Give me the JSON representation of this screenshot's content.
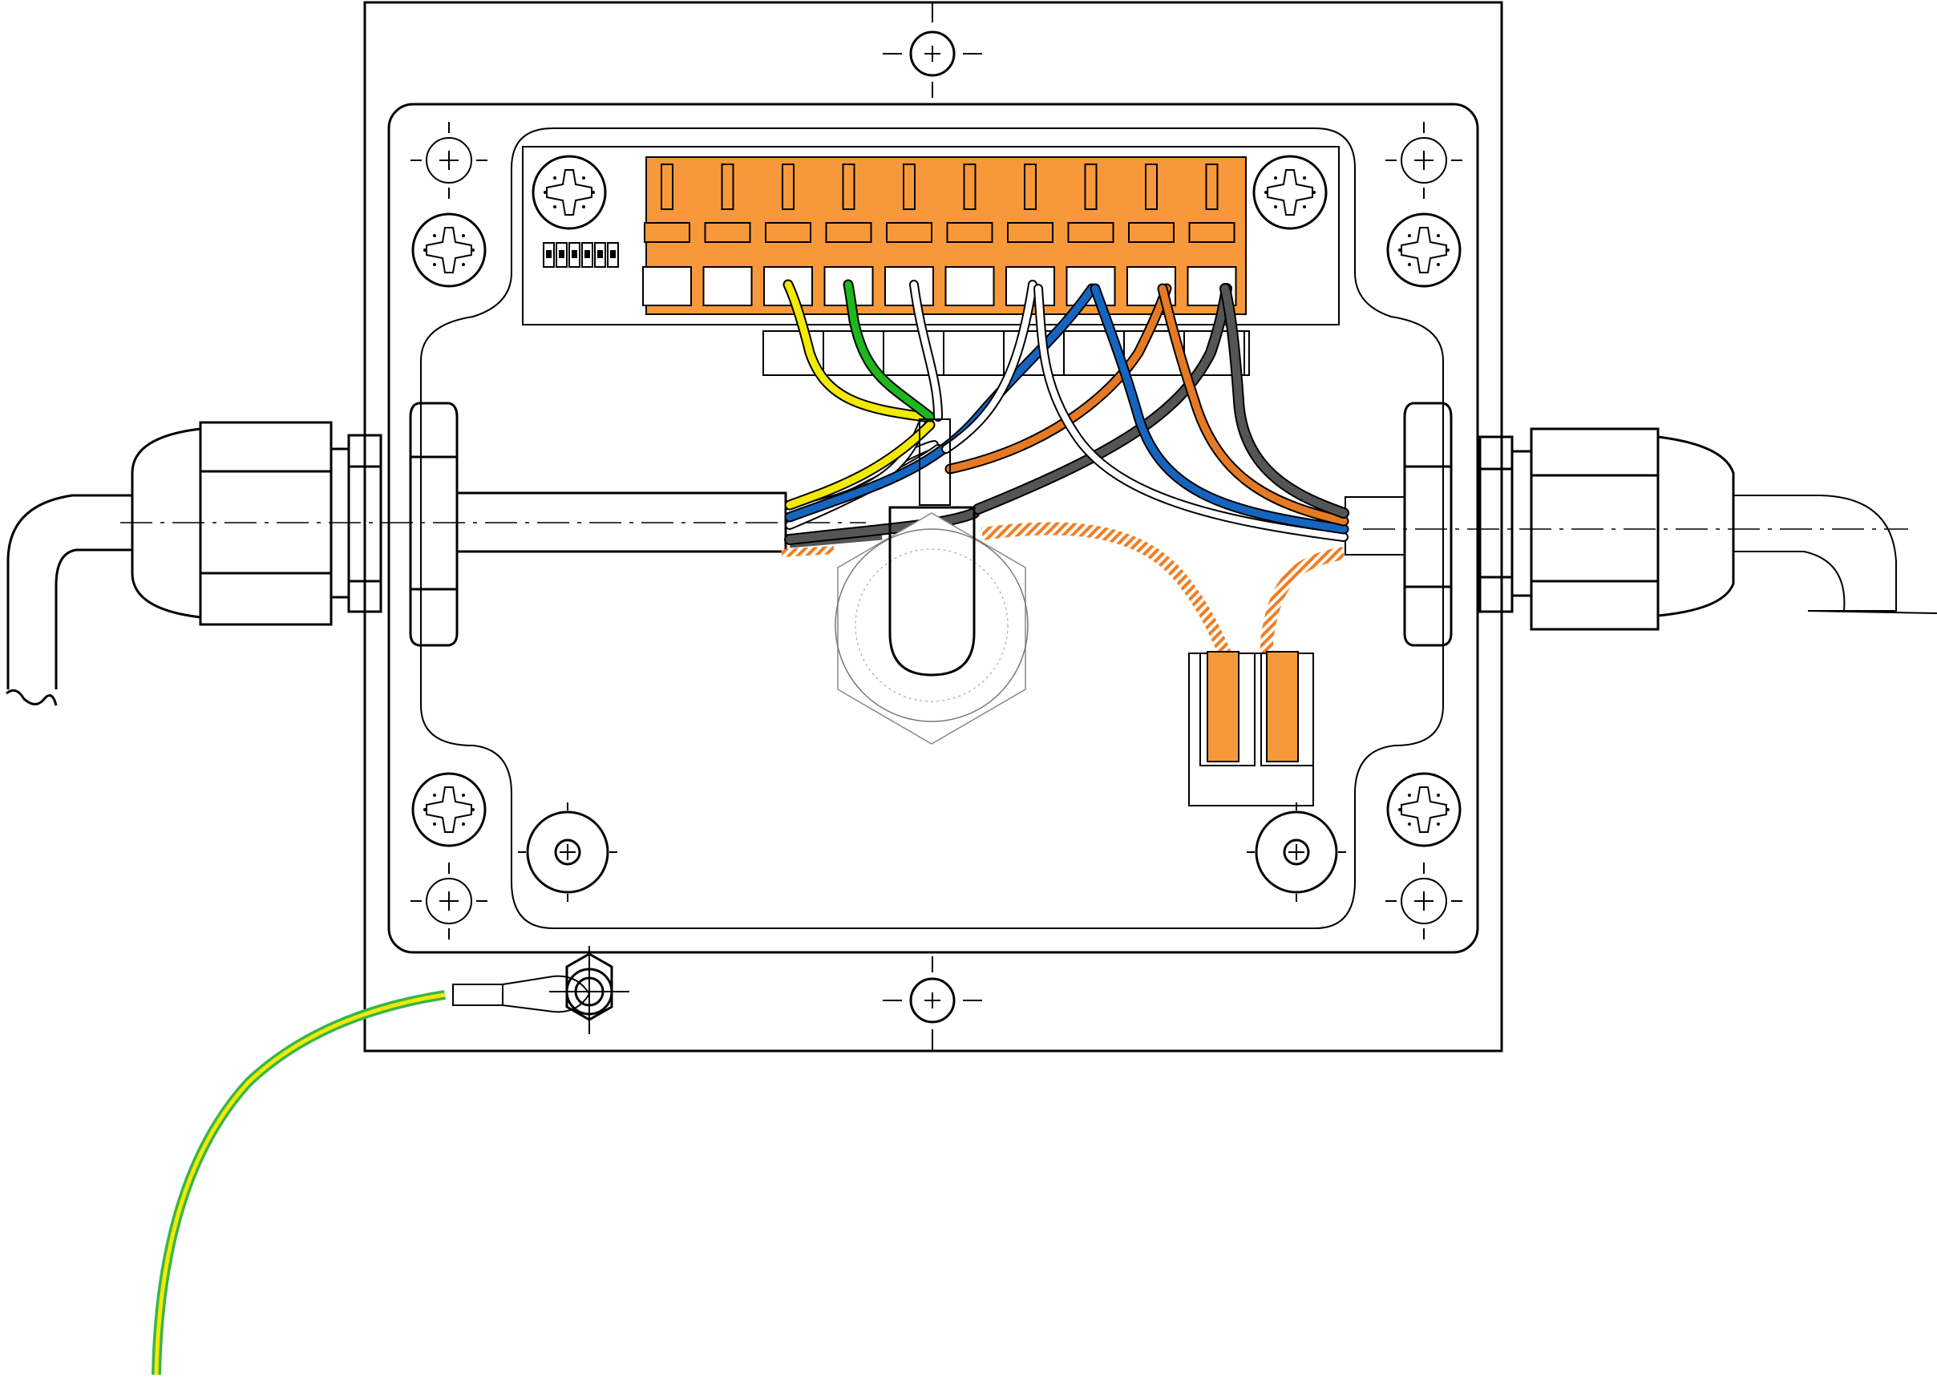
{
  "colors": {
    "terminal_orange": "#F7993A",
    "wire_yellow": "#F2EA00",
    "wire_green": "#1DB81D",
    "wire_white": "#FFFFFF",
    "wire_blue": "#1565C0",
    "wire_orange": "#E67A24",
    "wire_grey": "#555555",
    "shield_orange": "#F07E22",
    "earth_green": "#39B54A",
    "earth_yellow": "#F2EA00",
    "outline": "#000000"
  },
  "terminal_block": {
    "positions": 10,
    "dip_switches": 6
  },
  "wires": [
    {
      "name": "yellow",
      "color_key": "wire_yellow"
    },
    {
      "name": "green",
      "color_key": "wire_green"
    },
    {
      "name": "white",
      "color_key": "wire_white"
    },
    {
      "name": "white",
      "color_key": "wire_white"
    },
    {
      "name": "blue",
      "color_key": "wire_blue"
    },
    {
      "name": "orange",
      "color_key": "wire_orange"
    },
    {
      "name": "grey",
      "color_key": "wire_grey"
    }
  ],
  "icons": [
    "screw-icon",
    "mounting-hole-icon",
    "cable-gland-icon",
    "earth-ring-terminal-icon",
    "shield-clamp-icon",
    "centerline-icon"
  ]
}
